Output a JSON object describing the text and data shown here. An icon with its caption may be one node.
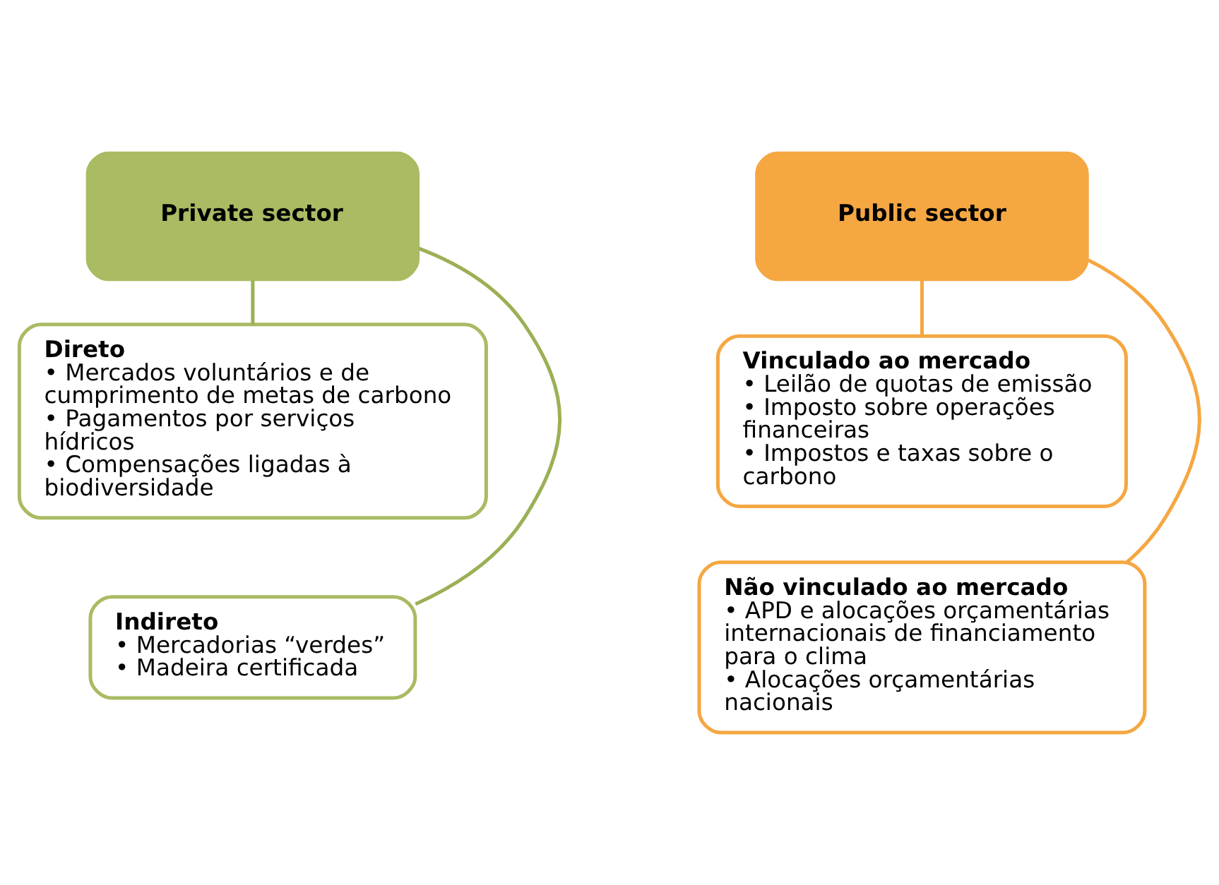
{
  "diagram": {
    "nodes": [
      {
        "text": [
          "Private sector"
        ]
      },
      {
        "text": [
          "Direto",
          "• Mercados voluntários e de cumprimento de metas de carbono",
          "• Pagamentos por serviços hídricos",
          "• Compensações ligadas à biodiversidade"
        ]
      },
      {
        "text": [
          "Indireto",
          "• Mercadorias “verdes”",
          "• Madeira certificada"
        ]
      },
      {
        "text": [
          "Public sector"
        ]
      },
      {
        "text": [
          "Vinculado ao mercado",
          "• Leilão de quotas de emissão",
          "• Imposto sobre operações financeiras",
          "• Impostos e taxas sobre o carbono"
        ]
      },
      {
        "text": [
          "Não vinculado ao mercado",
          "• APD e alocações orçamentárias internacionais de financiamento para o clima",
          "• Alocações orçamentárias nacionais"
        ]
      }
    ],
    "edges": [
      {
        "from": 0,
        "to": 1,
        "arrow": "none",
        "color": "#9bb055"
      },
      {
        "from": 0,
        "to": 2,
        "arrow": "none",
        "color": "#9bb055"
      },
      {
        "from": 3,
        "to": 4,
        "arrow": "none",
        "color": "#f5a742"
      },
      {
        "from": 3,
        "to": 5,
        "arrow": "none",
        "color": "#f5a742"
      }
    ]
  }
}
